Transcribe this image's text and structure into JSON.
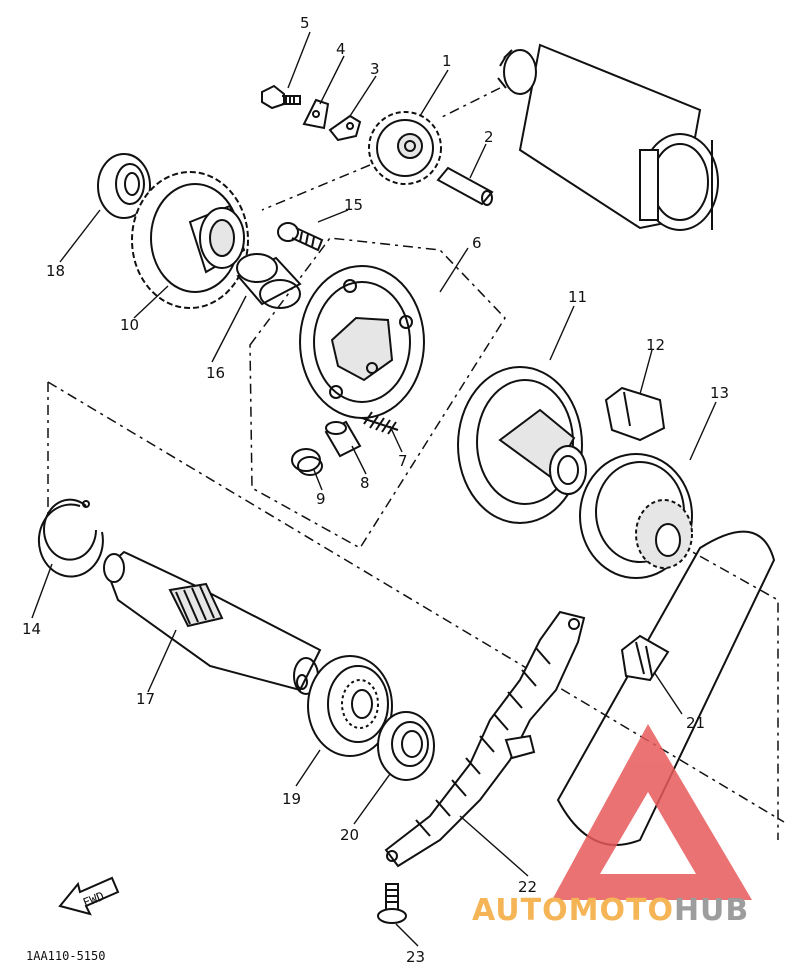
{
  "diagram": {
    "part_numbers": [
      "1",
      "2",
      "3",
      "4",
      "5",
      "6",
      "7",
      "8",
      "9",
      "10",
      "11",
      "12",
      "13",
      "14",
      "15",
      "16",
      "17",
      "18",
      "19",
      "20",
      "21",
      "22",
      "23"
    ],
    "diagram_code": "1AA110-5150",
    "fwd_label": "FWD",
    "watermark": {
      "part1": "AUTO",
      "part2": "MOTO",
      "part3": "HUB",
      "color_orange": "#f4a93a",
      "color_gray": "#8c8c8c",
      "color_red": "#e85a5a"
    }
  }
}
